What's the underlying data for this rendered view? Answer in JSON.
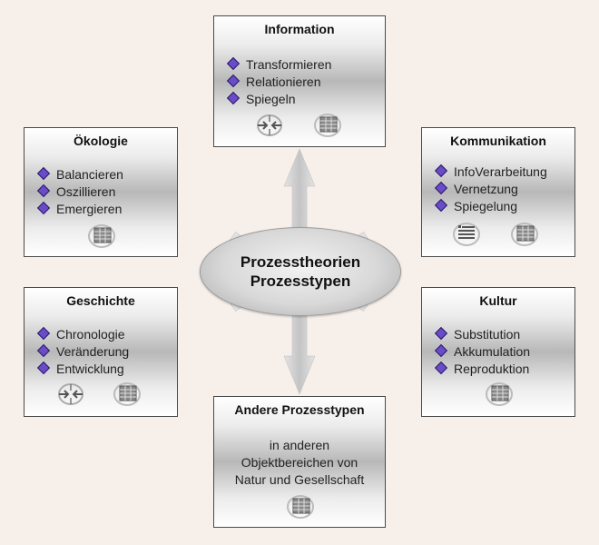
{
  "center": {
    "line1": "Prozesstheorien",
    "line2": "Prozesstypen"
  },
  "boxes": {
    "information": {
      "title": "Information",
      "items": [
        "Transformieren",
        "Relationieren",
        "Spiegeln"
      ],
      "icons": [
        "arrows-converge-icon",
        "table-grid-icon"
      ]
    },
    "oekologie": {
      "title": "Ökologie",
      "items": [
        "Balancieren",
        "Oszillieren",
        "Emergieren"
      ],
      "icons": [
        "table-grid-icon"
      ]
    },
    "kommunikation": {
      "title": "Kommunikation",
      "items": [
        "InfoVerarbeitung",
        "Vernetzung",
        "Spiegelung"
      ],
      "icons": [
        "list-lines-icon",
        "table-grid-icon"
      ]
    },
    "geschichte": {
      "title": "Geschichte",
      "items": [
        "Chronologie",
        "Veränderung",
        "Entwicklung"
      ],
      "icons": [
        "arrows-converge-icon",
        "table-grid-icon"
      ]
    },
    "kultur": {
      "title": "Kultur",
      "items": [
        "Substitution",
        "Akkumulation",
        "Reproduktion"
      ],
      "icons": [
        "table-grid-icon"
      ]
    },
    "andere": {
      "title": "Andere Prozesstypen",
      "lines": [
        "in anderen",
        "Objektbereichen von",
        "Natur und Gesellschaft"
      ],
      "icons": [
        "table-grid-icon"
      ]
    }
  },
  "colors": {
    "bullet": "#6a4cc8",
    "background": "#f6efea",
    "arrow": "#c8c8c8"
  }
}
